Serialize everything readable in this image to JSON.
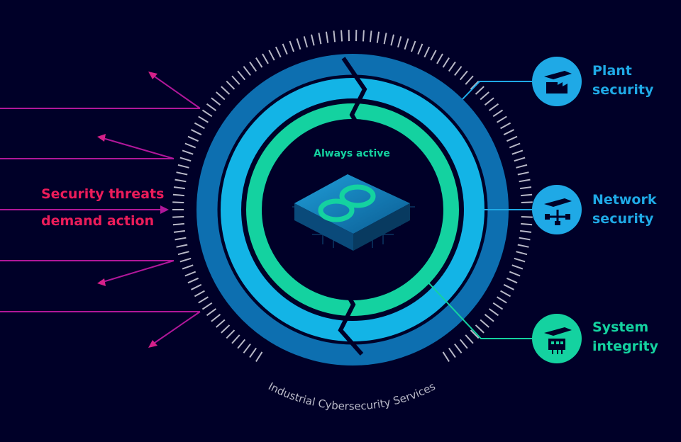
{
  "threats": {
    "line1": "Security threats",
    "line2": "demand action"
  },
  "center_label": "Always active",
  "arc_label": "Industrial Cybersecurity Services",
  "layers": [
    {
      "line1": "Plant",
      "line2": "security",
      "icon": "factory-icon",
      "color": "#1fa9e6"
    },
    {
      "line1": "Network",
      "line2": "security",
      "icon": "network-icon",
      "color": "#1fa9e6"
    },
    {
      "line1": "System",
      "line2": "integrity",
      "icon": "system-integrity-icon",
      "color": "#14d2a0"
    }
  ],
  "colors": {
    "background": "#000028",
    "outer_ring": "#0d6fb0",
    "middle_ring": "#13b4e6",
    "inner_ring": "#14d2a0",
    "threat": "#ec1c5a",
    "arrow": "#b0179a",
    "ticks": "#b9b9c8"
  }
}
